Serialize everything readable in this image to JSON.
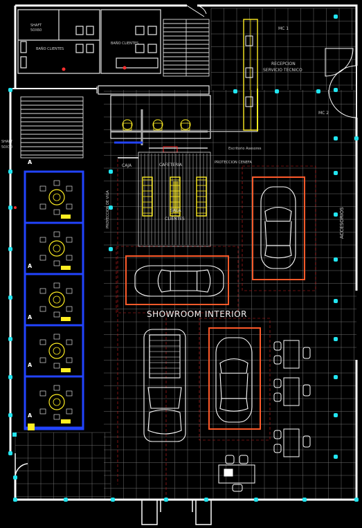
{
  "labels": {
    "showroom": "SHOWROOM INTERIOR",
    "shaft_top": "SHAFT",
    "shaft_top_dim": "50X60",
    "shaft_left": "SHAFT",
    "shaft_left_dim": "50X30",
    "bano_clientes_1": "BAÑO CLIENTES",
    "bano_clientes_2": "BAÑO CLIENTES",
    "recepcion": "RECEPCION",
    "servicio_tecnico": "SERVICIO TECNICO",
    "caja": "CAJA",
    "cafeteria": "CAFETERIA",
    "sala_clientes_1": "SALA",
    "sala_clientes_2": "CLIENTES",
    "asesores": "Escritorio Asesores",
    "proteccion": "PROTECCION CENEFA",
    "accesorios": "ACCESORIOS",
    "mc1": "MC 1",
    "mc2": "MC 2",
    "pasillo": "PROYECCION DE VIGA"
  },
  "markers": [
    "A",
    "A",
    "A",
    "A",
    "A"
  ],
  "colors": {
    "wall": "#ffffff",
    "grid": "#8a8a8a",
    "cubicle": "#2244ff",
    "parking_box": "#ff5a2a",
    "highlight": "#ffee22",
    "cyan_dot": "#22e5f0",
    "dim_red": "#d42020"
  }
}
